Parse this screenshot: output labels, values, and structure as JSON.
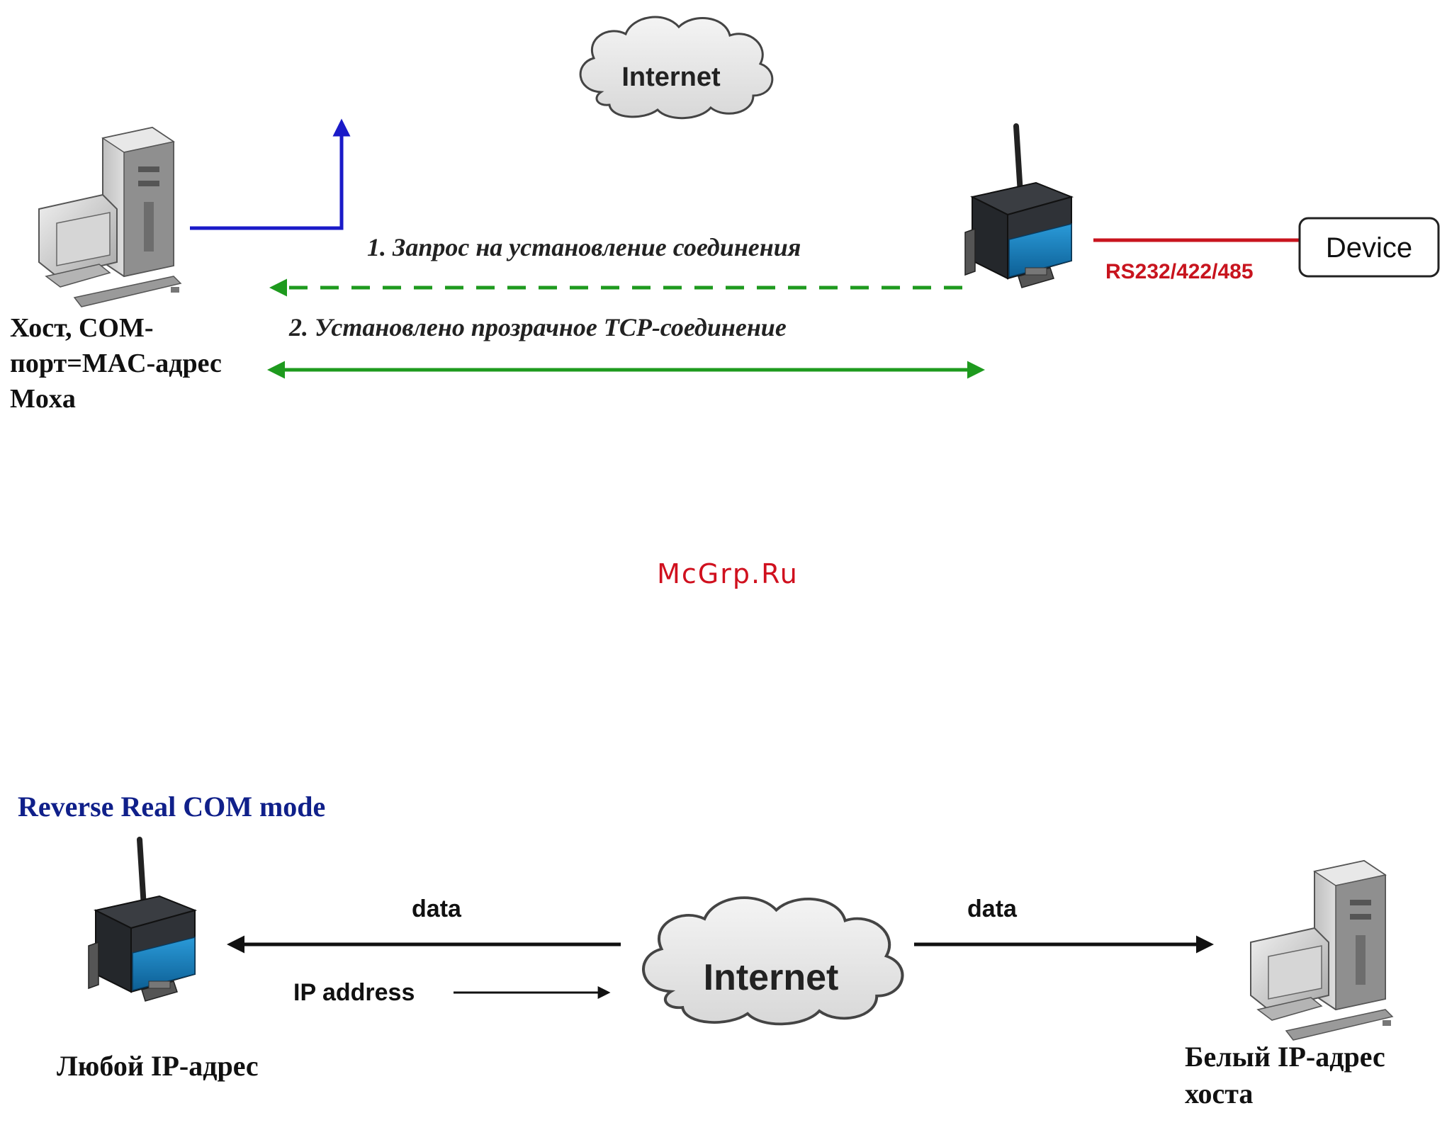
{
  "top_diagram": {
    "cloud_label": "Internet",
    "host_label_lines": [
      "Хост, COM-",
      "порт=MAC-адрес",
      "Moxa"
    ],
    "step1_label": "1. Запрос на установление соединения",
    "step2_label": "2. Установлено прозрачное TCP-соединение",
    "serial_label": "RS232/422/485",
    "device_label": "Device"
  },
  "watermark": "McGrp.Ru",
  "bottom_diagram": {
    "title": "Reverse Real COM mode",
    "cloud_label": "Internet",
    "data_left_label": "data",
    "data_right_label": "data",
    "ip_address_label": "IP address",
    "moxa_caption": "Любой IP-адрес",
    "host_caption_lines": [
      "Белый IP-адрес",
      "хоста"
    ]
  },
  "colors": {
    "uplink_blue": "#1a1ac8",
    "tcp_green": "#1e9a1e",
    "serial_red": "#c8141e",
    "title_blue": "#10208a",
    "watermark_red": "#d0101e",
    "moxa_body": "#2c2f34",
    "moxa_panel": "#1a86c8"
  },
  "icons": [
    "cloud-icon",
    "host-computer-icon",
    "moxa-wireless-device-icon"
  ]
}
